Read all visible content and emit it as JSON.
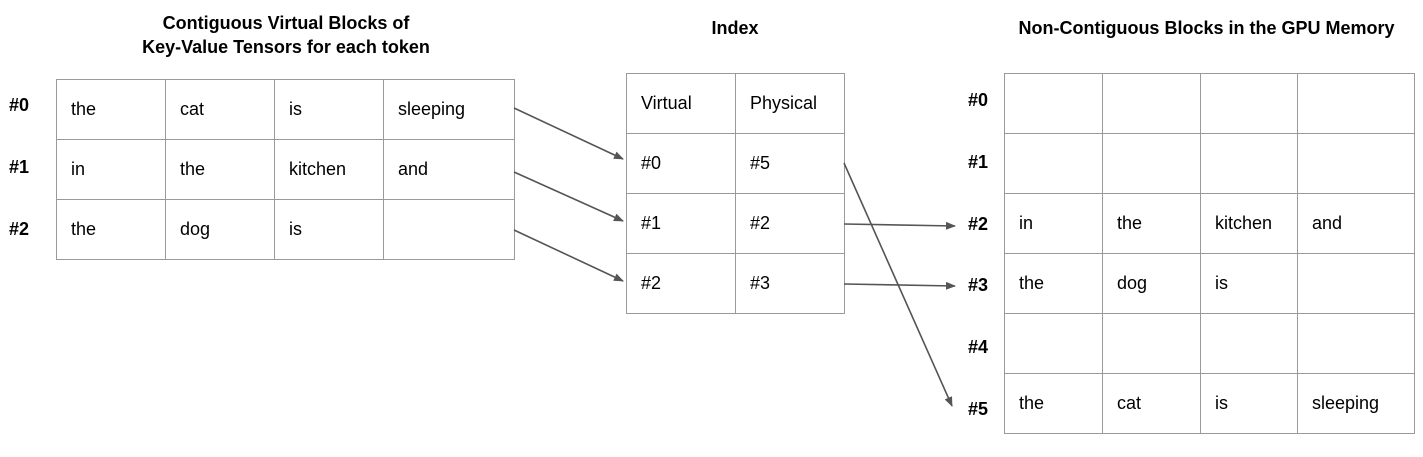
{
  "left": {
    "title_line1": "Contiguous Virtual Blocks of",
    "title_line2": "Key-Value Tensors for each token",
    "row_labels": [
      "#0",
      "#1",
      "#2"
    ],
    "rows": [
      [
        "the",
        "cat",
        "is",
        "sleeping"
      ],
      [
        "in",
        "the",
        "kitchen",
        "and"
      ],
      [
        "the",
        "dog",
        "is",
        ""
      ]
    ]
  },
  "index": {
    "title": "Index",
    "header": [
      "Virtual",
      "Physical"
    ],
    "rows": [
      [
        "#0",
        "#5"
      ],
      [
        "#1",
        "#2"
      ],
      [
        "#2",
        "#3"
      ]
    ]
  },
  "right": {
    "title": "Non-Contiguous Blocks in the GPU Memory",
    "row_labels": [
      "#0",
      "#1",
      "#2",
      "#3",
      "#4",
      "#5"
    ],
    "rows": [
      [
        "",
        "",
        "",
        ""
      ],
      [
        "",
        "",
        "",
        ""
      ],
      [
        "in",
        "the",
        "kitchen",
        "and"
      ],
      [
        "the",
        "dog",
        "is",
        ""
      ],
      [
        "",
        "",
        "",
        ""
      ],
      [
        "the",
        "cat",
        "is",
        "sleeping"
      ]
    ]
  },
  "colors": {
    "border": "#9a9a9a",
    "arrow": "#555555"
  }
}
